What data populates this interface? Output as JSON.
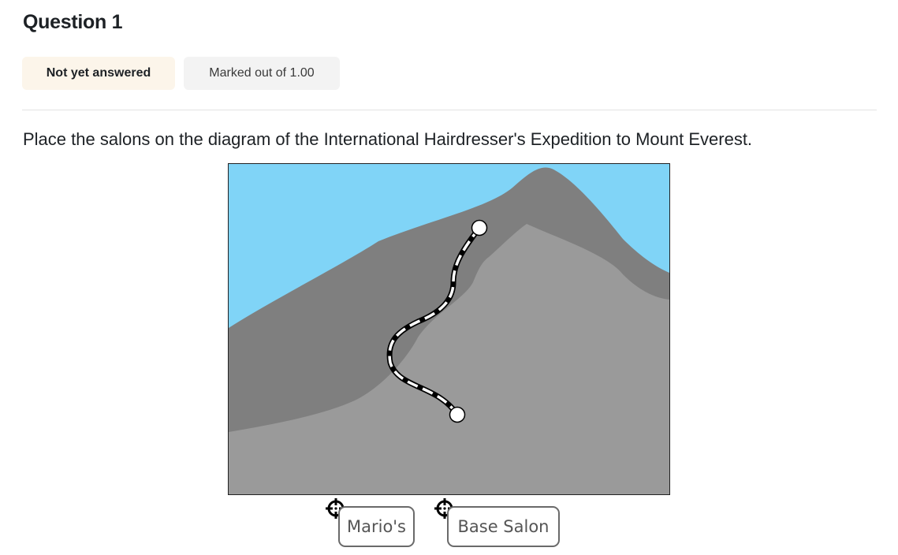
{
  "question": {
    "title": "Question 1",
    "state": "Not yet answered",
    "grade": "Marked out of 1.00",
    "text": "Place the salons on the diagram of the International Hairdresser's Expedition to Mount Everest."
  },
  "diagram": {
    "image_name": "mount-everest-route-diagram",
    "colors": {
      "sky": "#80d4f7",
      "mountain_dark": "#7f7f7f",
      "mountain_light": "#9a9a9a",
      "route": "#000000"
    }
  },
  "markers": [
    {
      "label": "Mario's",
      "icon": "crosshair-icon"
    },
    {
      "label": "Base Salon",
      "icon": "crosshair-icon"
    }
  ]
}
